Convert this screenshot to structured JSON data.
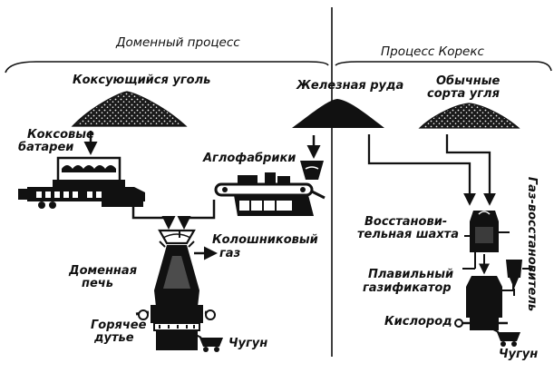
{
  "sections": {
    "blast_furnace": "Доменный процесс",
    "corex": "Процесс Корекс"
  },
  "labels": {
    "coking_coal": "Коксующийся уголь",
    "iron_ore": "Железная руда",
    "regular_coal_line1": "Обычные",
    "regular_coal_line2": "сорта угля",
    "coke_batteries_line1": "Коксовые",
    "coke_batteries_line2": "батареи",
    "sinter_plants": "Аглофабрики",
    "top_gas_line1": "Колошниковый",
    "top_gas_line2": "газ",
    "blast_furnace_line1": "Доменная",
    "blast_furnace_line2": "печь",
    "hot_blast_line1": "Горячее",
    "hot_blast_line2": "дутье",
    "pig_iron_left": "Чугун",
    "reduction_shaft_line1": "Восстанови-",
    "reduction_shaft_line2": "тельная шахта",
    "melter_gasifier_line1": "Плавильный",
    "melter_gasifier_line2": "газификатор",
    "oxygen": "Кислород",
    "pig_iron_right": "Чугун",
    "reducing_gas": "Газ-восстановитель"
  },
  "colors": {
    "ink": "#111111",
    "background": "#ffffff"
  }
}
